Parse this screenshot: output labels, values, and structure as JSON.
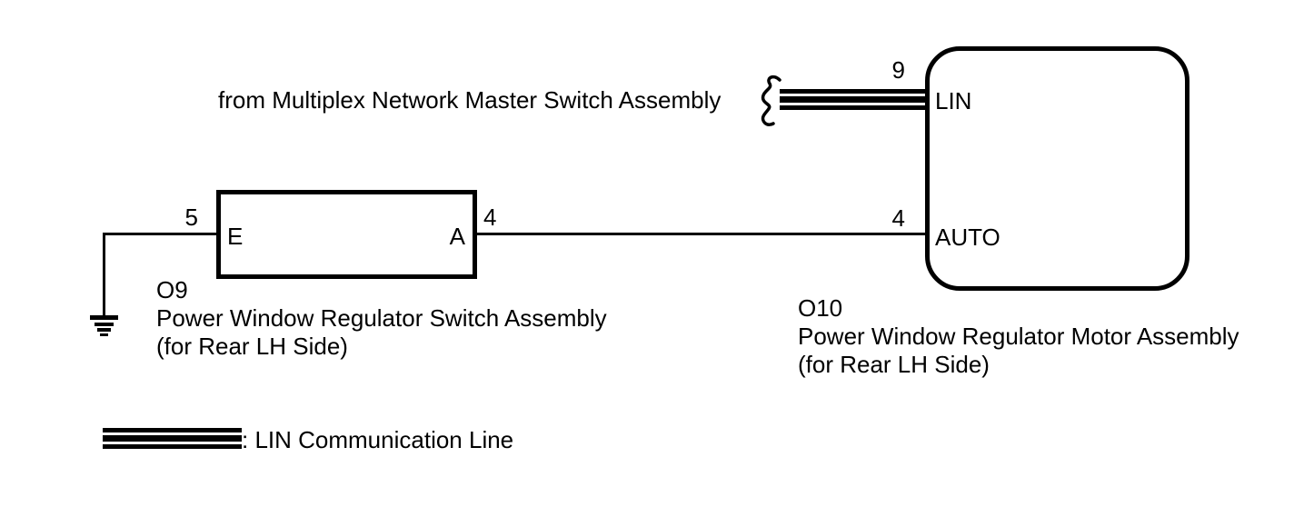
{
  "source_label": "from Multiplex Network Master Switch Assembly",
  "switch_assembly": {
    "id": "O9",
    "name": "Power Window Regulator Switch Assembly",
    "location": "(for Rear LH Side)",
    "pin_e": {
      "number": "5",
      "label": "E"
    },
    "pin_a": {
      "number": "4",
      "label": "A"
    }
  },
  "motor_assembly": {
    "id": "O10",
    "name": "Power Window Regulator Motor Assembly",
    "location": "(for Rear LH Side)",
    "pin_lin": {
      "number": "9",
      "label": "LIN"
    },
    "pin_auto": {
      "number": "4",
      "label": "AUTO"
    }
  },
  "legend": {
    "lin_label": ": LIN Communication Line"
  },
  "colors": {
    "line": "#000000",
    "background": "#ffffff"
  }
}
